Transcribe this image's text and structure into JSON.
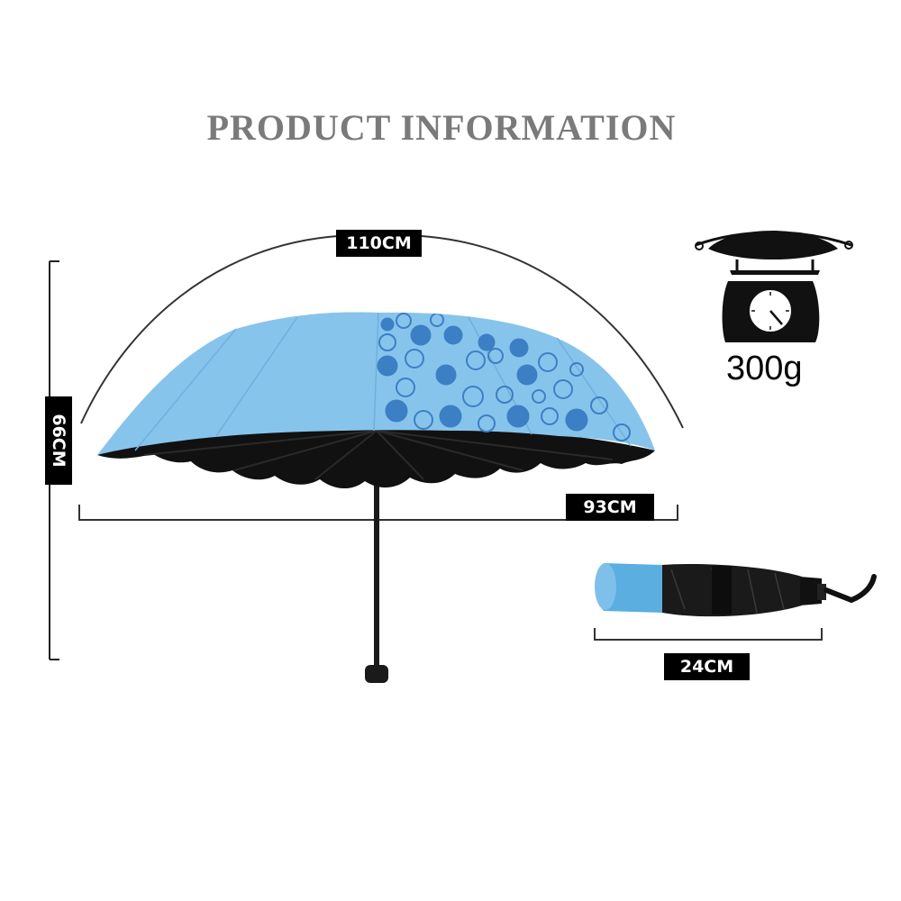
{
  "title": "PRODUCT INFORMATION",
  "dimensions": {
    "canopy_arc": "110CM",
    "height": "66CM",
    "canopy_span": "93CM",
    "folded_length": "24CM"
  },
  "weight": "300g",
  "colors": {
    "canopy": "#87c4ec",
    "pattern": "#3c7fc4",
    "underside": "#111111",
    "title_text": "#7a7a7a"
  },
  "icons": [
    "weighing-scale-icon"
  ]
}
